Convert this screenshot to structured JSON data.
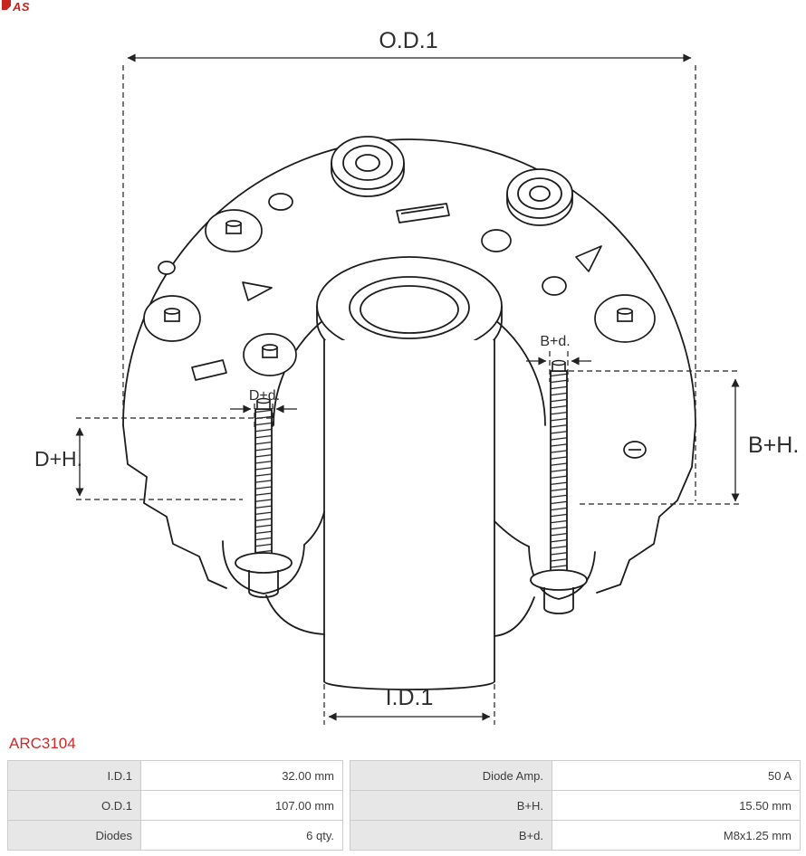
{
  "brand": {
    "logo_text": "AS"
  },
  "part_number": "ARC3104",
  "drawing": {
    "labels": {
      "od1": "O.D.1",
      "id1": "I.D.1",
      "dh": "D+H.",
      "bh": "B+H.",
      "bd": "B+d.",
      "dd": "D+d."
    }
  },
  "table": {
    "left": [
      {
        "label": "I.D.1",
        "value": "32.00 mm"
      },
      {
        "label": "O.D.1",
        "value": "107.00 mm"
      },
      {
        "label": "Diodes",
        "value": "6 qty."
      }
    ],
    "right": [
      {
        "label": "Diode Amp.",
        "value": "50 A"
      },
      {
        "label": "B+H.",
        "value": "15.50 mm"
      },
      {
        "label": "B+d.",
        "value": "M8x1.25 mm"
      }
    ]
  },
  "colors": {
    "accent_red": "#cc2a2a",
    "line": "#1c1c1c",
    "table_label_bg": "#e7e7e7",
    "table_border": "#cccccc"
  }
}
